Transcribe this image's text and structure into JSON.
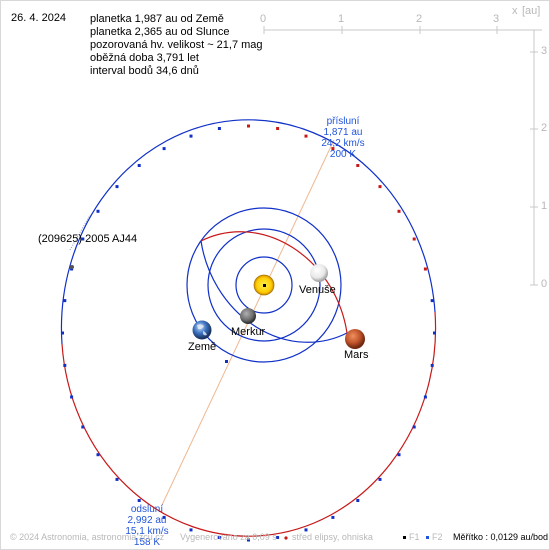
{
  "date": "26. 4. 2024",
  "info_lines": [
    "planetka 1,987 au od Země",
    "planetka 2,365 au od Slunce",
    "pozorovaná hv. velikost ~ 21,7 mag",
    "oběžná doba 3,791 let",
    "interval bodů 34,6 dnů"
  ],
  "axis": {
    "x_label": "x",
    "unit_label": "[au]",
    "x_ticks": [
      "0",
      "1",
      "2",
      "3"
    ],
    "y_ticks": [
      "3",
      "2",
      "1",
      "0"
    ]
  },
  "asteroid_name": "(209625) 2005 AJ44",
  "bodies": {
    "venus": "Venuše",
    "mercury": "Merkur",
    "earth": "Země",
    "mars": "Mars"
  },
  "perihelion": {
    "title": "přísluní",
    "distance": "1,871 au",
    "speed": "24,2 km/s",
    "temperature": "200 K"
  },
  "aphelion": {
    "title": "odsluní",
    "distance": "2,992 au",
    "speed": "15,1 km/s",
    "temperature": "158 K"
  },
  "footer": {
    "copyright": "© 2024 Astronomia, astronomia.zcu.cz",
    "generated": "Vygenerováno za 0,09 s",
    "ellipse_center": "střed elipsy, ohniska",
    "f1": "F1",
    "f2": "F2",
    "scale": "Měřítko : 0,0129 au/bod"
  },
  "colors": {
    "orbit_blue": "#1030c8",
    "orbit_red": "#c81818",
    "apsis_line": "#f0b890",
    "label_blue": "#2255dd"
  }
}
